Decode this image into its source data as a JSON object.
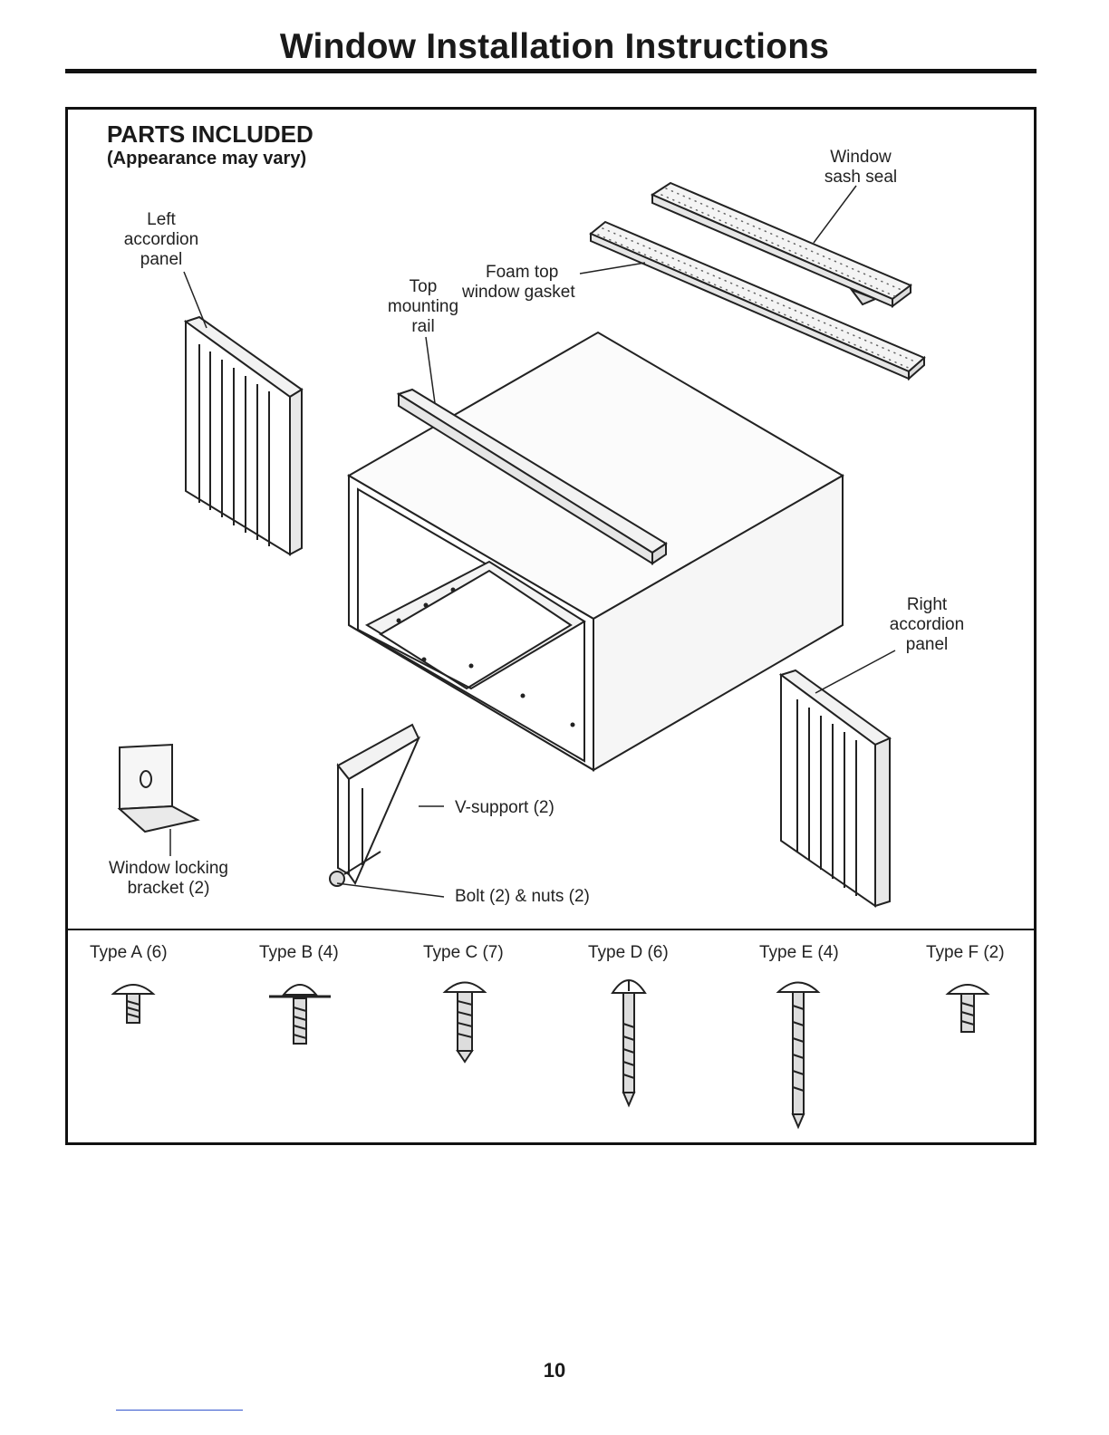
{
  "header": {
    "title": "Window Installation Instructions"
  },
  "parts": {
    "heading": "PARTS INCLUDED",
    "subheading": "(Appearance may vary)",
    "labels": {
      "window_sash_seal": [
        "Window",
        "sash seal"
      ],
      "left_accordion_panel": [
        "Left",
        "accordion",
        "panel"
      ],
      "foam_top_gasket": [
        "Foam top",
        "window gasket"
      ],
      "top_mounting_rail": [
        "Top",
        "mounting",
        "rail"
      ],
      "right_accordion_panel": [
        "Right",
        "accordion",
        "panel"
      ],
      "v_support": "V-support (2)",
      "window_locking_bracket": [
        "Window locking",
        "bracket (2)"
      ],
      "bolt_nuts": "Bolt (2) & nuts (2)"
    }
  },
  "screws": [
    {
      "label": "Type A (6)",
      "icon": "screw-type-a-icon"
    },
    {
      "label": "Type B (4)",
      "icon": "screw-type-b-icon"
    },
    {
      "label": "Type C (7)",
      "icon": "screw-type-c-icon"
    },
    {
      "label": "Type D (6)",
      "icon": "screw-type-d-icon"
    },
    {
      "label": "Type E (4)",
      "icon": "screw-type-e-icon"
    },
    {
      "label": "Type F (2)",
      "icon": "screw-type-f-icon"
    }
  ],
  "footer": {
    "page_number": "10"
  }
}
